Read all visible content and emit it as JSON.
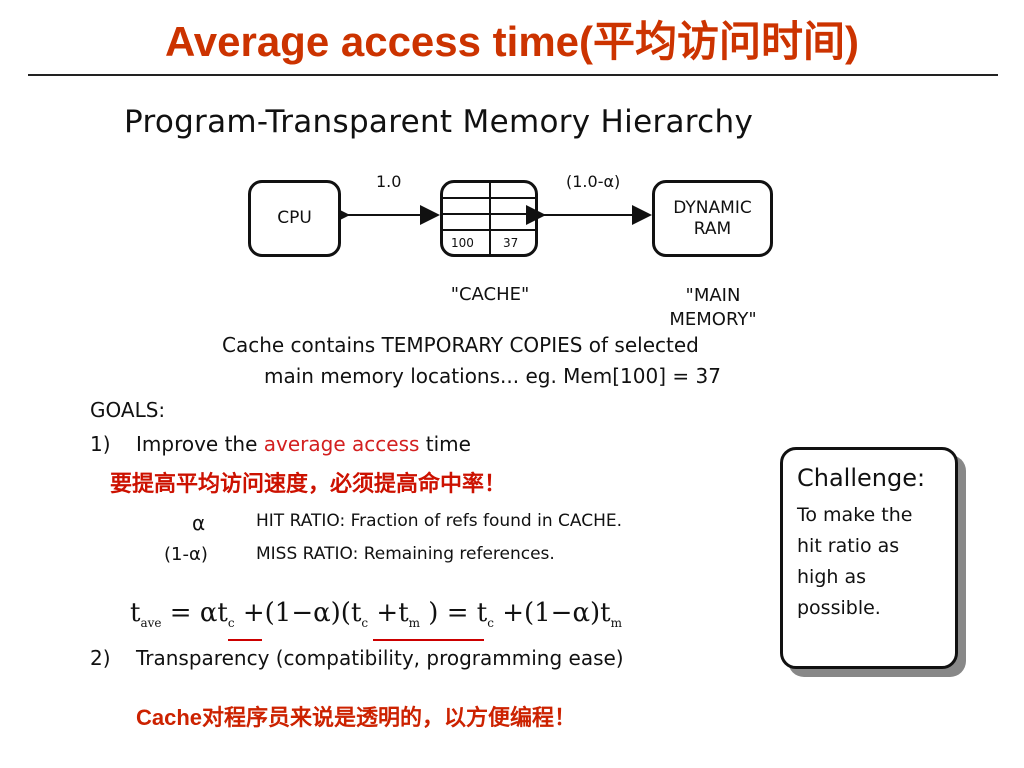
{
  "title": "Average access time(平均访问时间)",
  "diagram": {
    "heading": "Program-Transparent Memory Hierarchy",
    "cpu_label": "CPU",
    "dram_label_line1": "DYNAMIC",
    "dram_label_line2": "RAM",
    "cache_addr": "100",
    "cache_value": "37",
    "cache_caption": "\"CACHE\"",
    "main_memory_line1": "\"MAIN",
    "main_memory_line2": "MEMORY\"",
    "ratio_left": "1.0",
    "ratio_right": "(1.0-α)",
    "note_line1": "Cache contains TEMPORARY COPIES of selected",
    "note_line2": "main memory locations...  eg. Mem[100] = 37"
  },
  "goals": {
    "label": "GOALS:",
    "g1_num": "1)",
    "g1_prefix": "Improve the",
    "g1_highlight": "average access",
    "g1_suffix": "time",
    "g1_chinese": "要提高平均访问速度，必须提高命中率！",
    "hit_symbol": "α",
    "hit_text": "HIT RATIO:  Fraction of refs found in CACHE.",
    "miss_symbol": "(1-α)",
    "miss_text": "MISS RATIO:  Remaining references.",
    "g2_num": "2)",
    "g2_text": "Transparency (compatibility, programming ease)",
    "g2_chinese": "Cache对程序员来说是透明的，以方便编程！"
  },
  "challenge": {
    "title": "Challenge:",
    "line1": "To make the",
    "line2": "hit ratio as",
    "line3": "high as",
    "line4": "possible."
  },
  "formula": {
    "lhs_t": "t",
    "lhs_sub": "ave",
    "eq1": "=",
    "alpha_t": "αt",
    "sub_c1": "c",
    "plus_part": "+(1−α)(t",
    "sub_c2": "c",
    "plus_tm": "+t",
    "sub_m1": "m",
    "rhs": ") = t",
    "sub_c3": "c",
    "rhs2": "+(1−α)t",
    "sub_m2": "m"
  }
}
